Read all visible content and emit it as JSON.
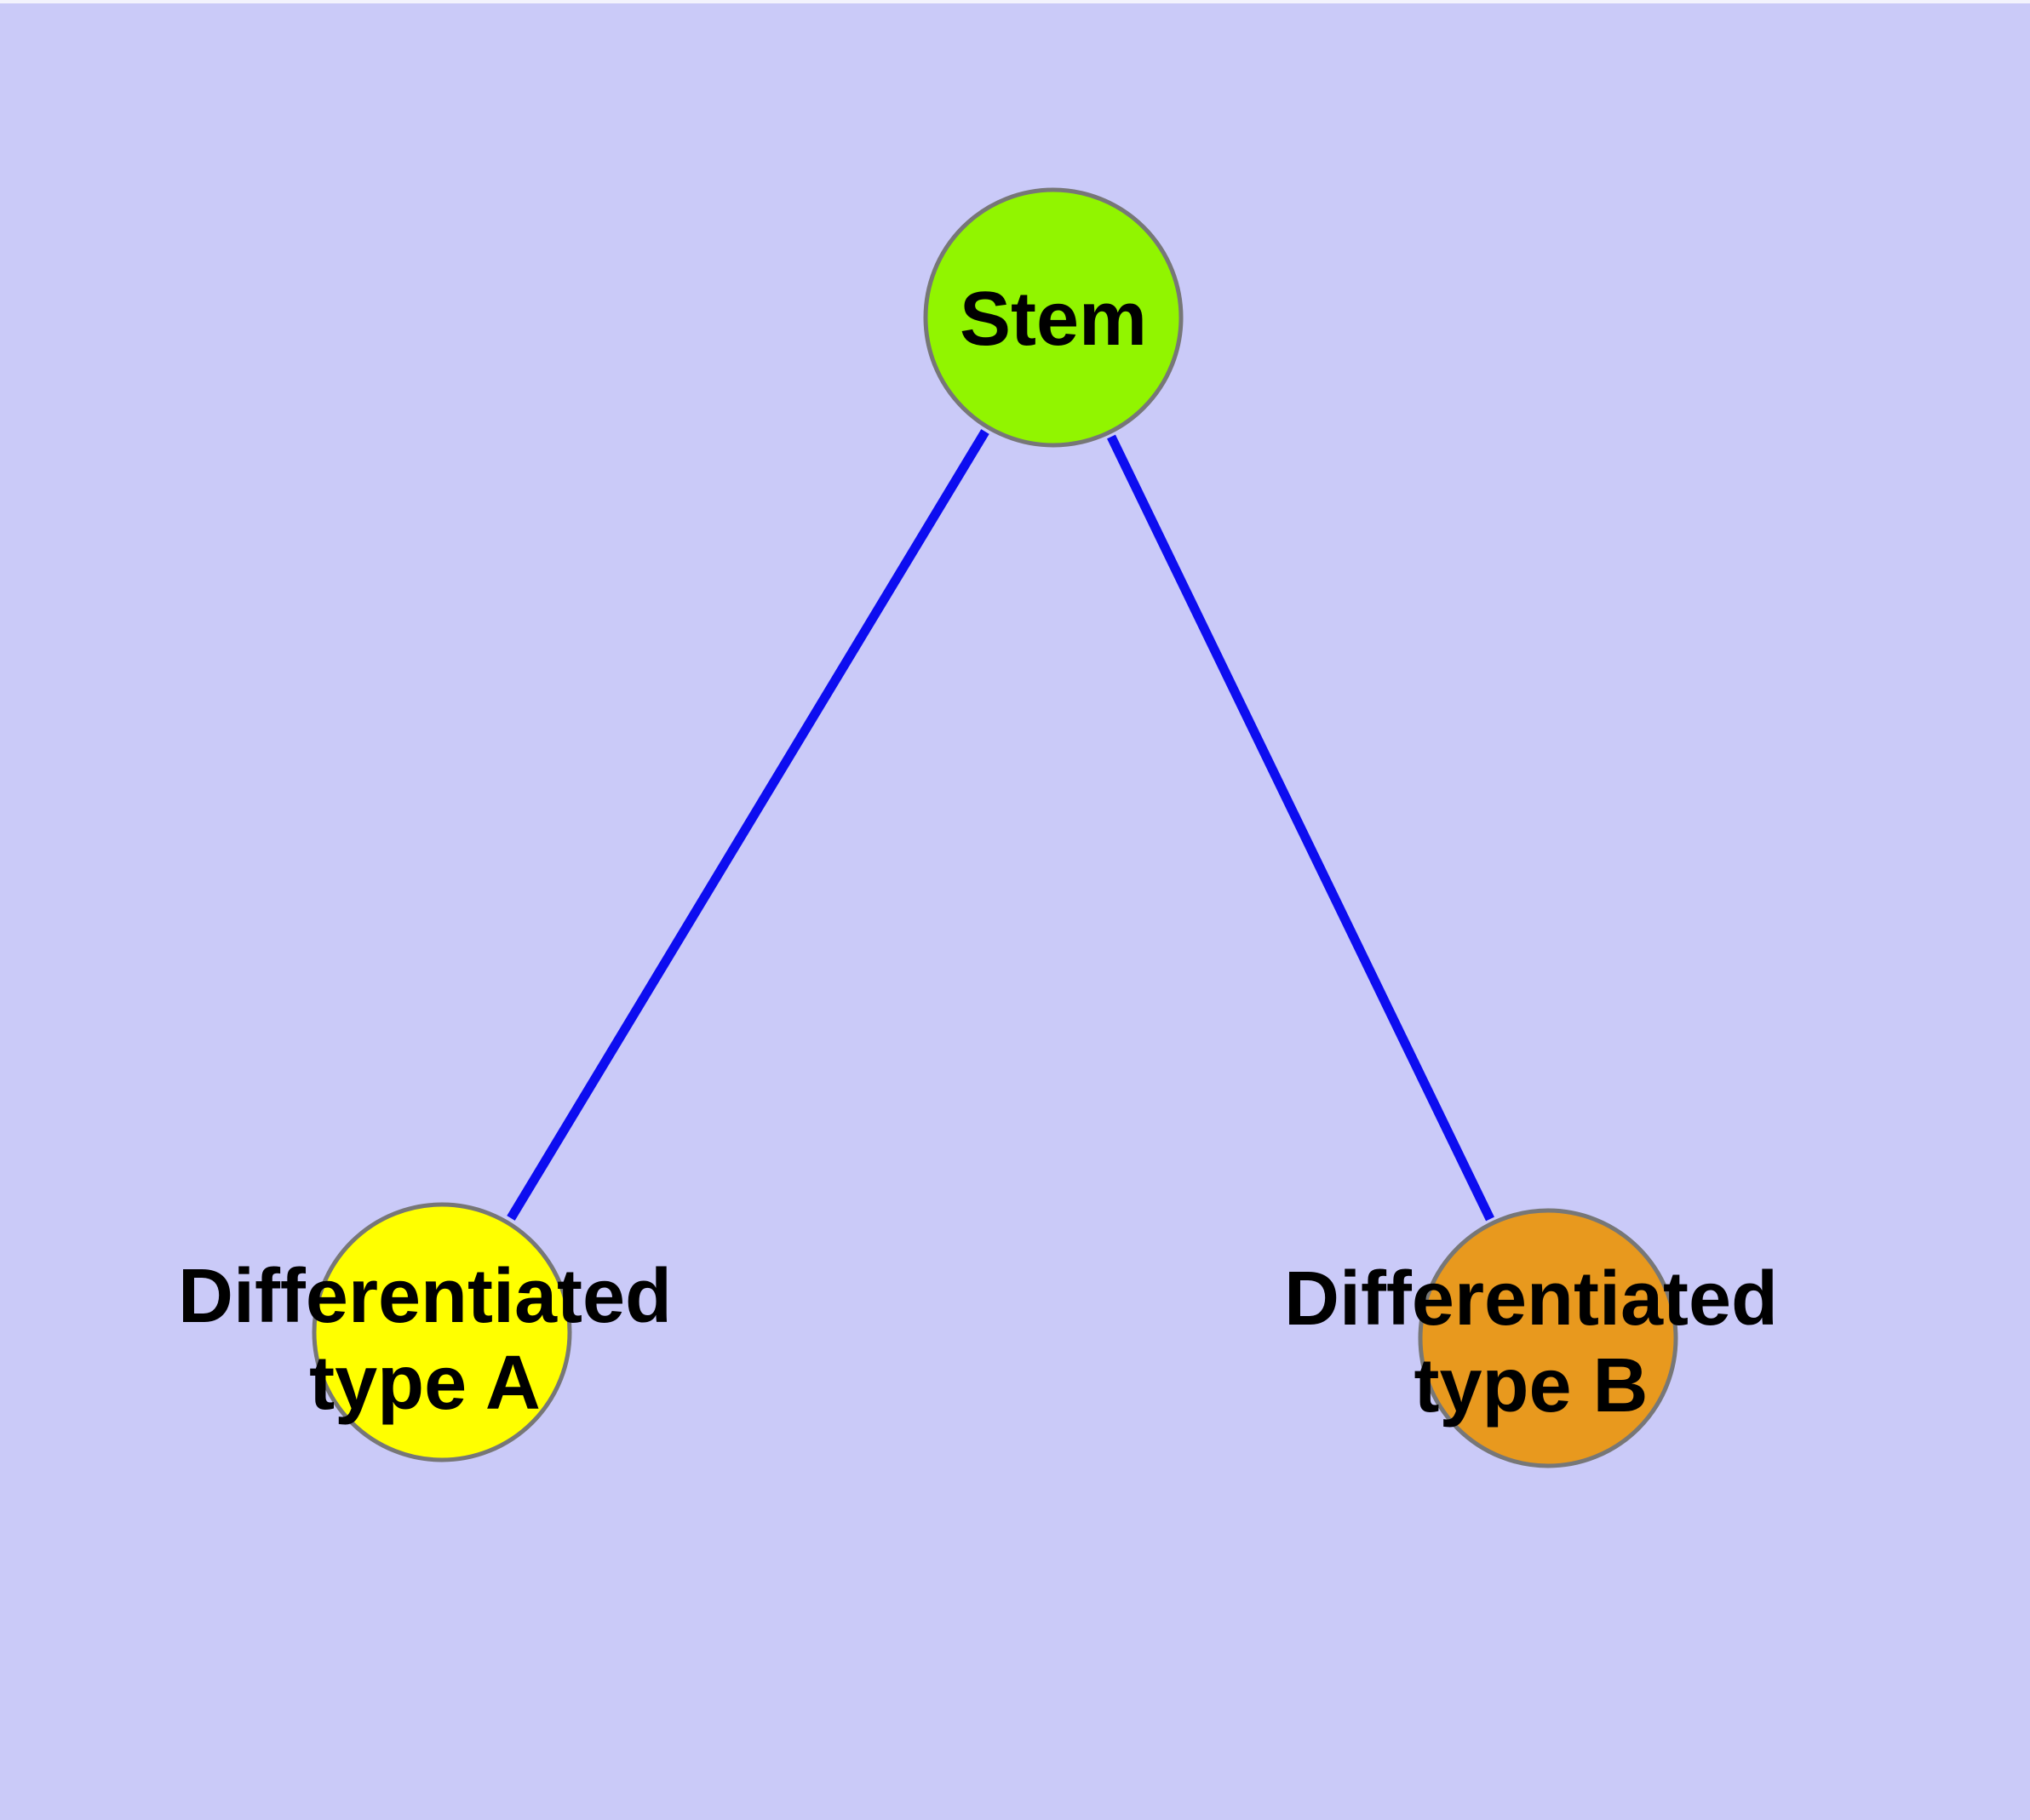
{
  "diagram": {
    "type": "graph",
    "description": "Cell differentiation tree: Stem node connected to two differentiated cell type nodes",
    "background_color": "#CACAF8",
    "edge_color": "#0D0DF0",
    "node_border_color": "#777777",
    "label_color": "#000000",
    "nodes": [
      {
        "id": "stem",
        "label": "Stem",
        "fill": "#91F500"
      },
      {
        "id": "type-a",
        "label_line1": "Differentiated",
        "label_line2": "type A",
        "fill": "#FFFF00"
      },
      {
        "id": "type-b",
        "label_line1": "Differentiated",
        "label_line2": "type B",
        "fill": "#E8991E"
      }
    ],
    "edges": [
      {
        "from": "Stem",
        "to": "Differentiated type A"
      },
      {
        "from": "Stem",
        "to": "Differentiated type B"
      }
    ],
    "window_edge_color": "#F3F3FD"
  }
}
